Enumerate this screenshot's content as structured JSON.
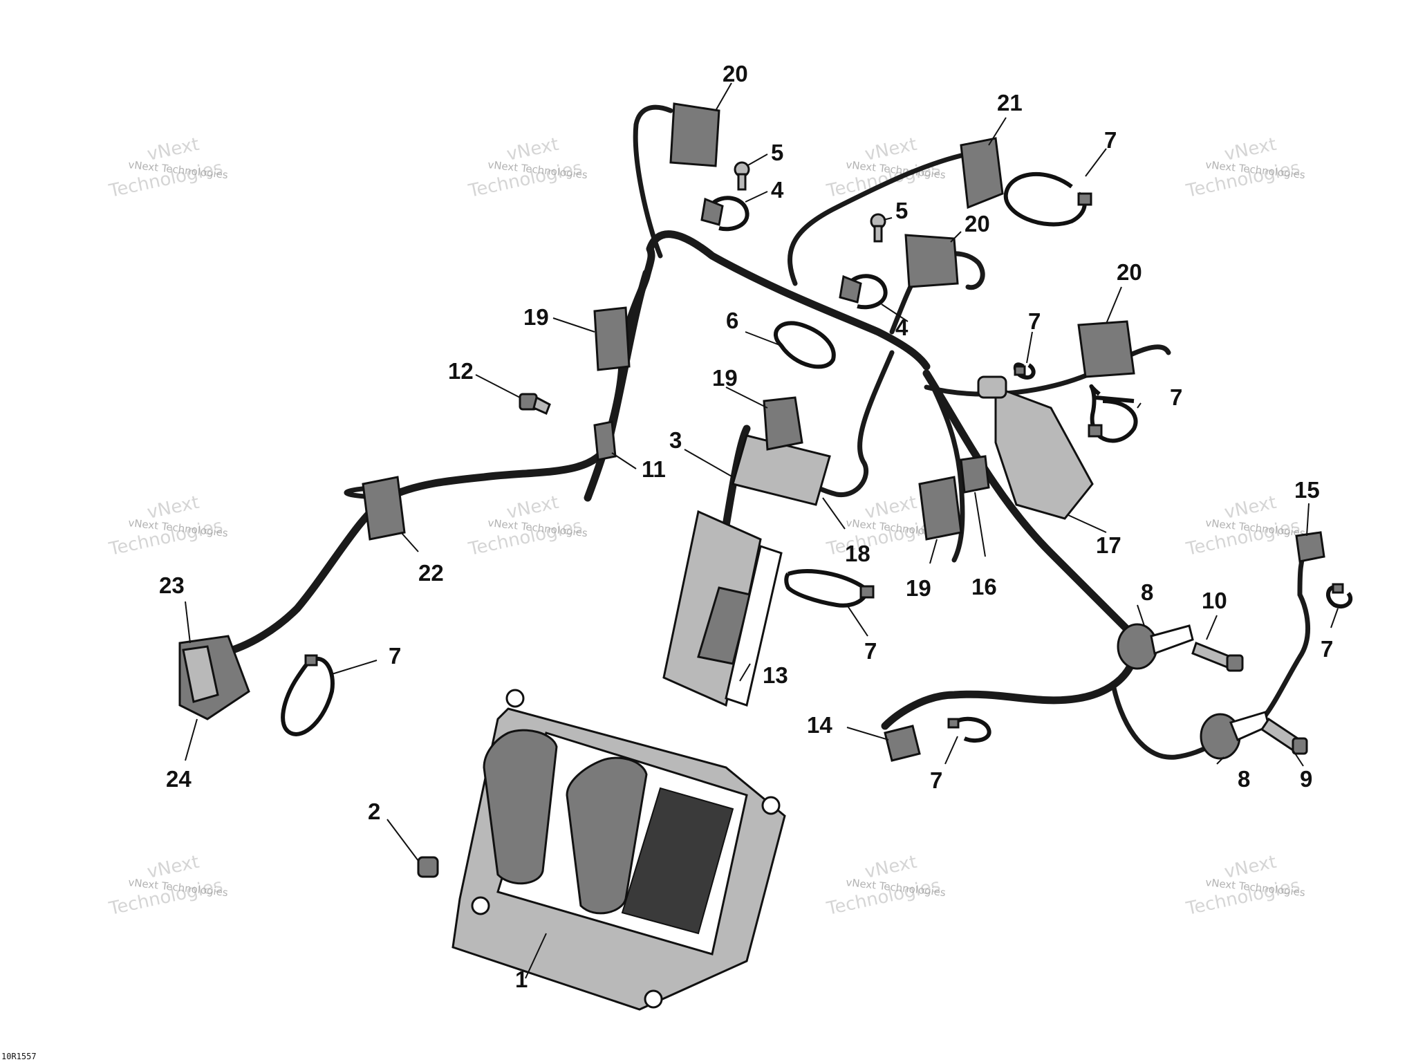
{
  "diagram": {
    "drawing_code": "10R1557",
    "watermark_text": "vNext Technologies",
    "watermark_big_1": "vNext",
    "watermark_big_2": "Technologies",
    "callouts": [
      {
        "id": "c1",
        "label": "1"
      },
      {
        "id": "c2",
        "label": "2"
      },
      {
        "id": "c3",
        "label": "3"
      },
      {
        "id": "c4a",
        "label": "4"
      },
      {
        "id": "c4b",
        "label": "4"
      },
      {
        "id": "c5a",
        "label": "5"
      },
      {
        "id": "c5b",
        "label": "5"
      },
      {
        "id": "c6",
        "label": "6"
      },
      {
        "id": "c7a",
        "label": "7"
      },
      {
        "id": "c7b",
        "label": "7"
      },
      {
        "id": "c7c",
        "label": "7"
      },
      {
        "id": "c7d",
        "label": "7"
      },
      {
        "id": "c7e",
        "label": "7"
      },
      {
        "id": "c7f",
        "label": "7"
      },
      {
        "id": "c7g",
        "label": "7"
      },
      {
        "id": "c8a",
        "label": "8"
      },
      {
        "id": "c8b",
        "label": "8"
      },
      {
        "id": "c9",
        "label": "9"
      },
      {
        "id": "c10",
        "label": "10"
      },
      {
        "id": "c11",
        "label": "11"
      },
      {
        "id": "c12",
        "label": "12"
      },
      {
        "id": "c13",
        "label": "13"
      },
      {
        "id": "c14",
        "label": "14"
      },
      {
        "id": "c15",
        "label": "15"
      },
      {
        "id": "c16",
        "label": "16"
      },
      {
        "id": "c17",
        "label": "17"
      },
      {
        "id": "c18",
        "label": "18"
      },
      {
        "id": "c19a",
        "label": "19"
      },
      {
        "id": "c19b",
        "label": "19"
      },
      {
        "id": "c19c",
        "label": "19"
      },
      {
        "id": "c20a",
        "label": "20"
      },
      {
        "id": "c20b",
        "label": "20"
      },
      {
        "id": "c20c",
        "label": "20"
      },
      {
        "id": "c21",
        "label": "21"
      },
      {
        "id": "c22",
        "label": "22"
      },
      {
        "id": "c23",
        "label": "23"
      },
      {
        "id": "c24",
        "label": "24"
      }
    ]
  }
}
